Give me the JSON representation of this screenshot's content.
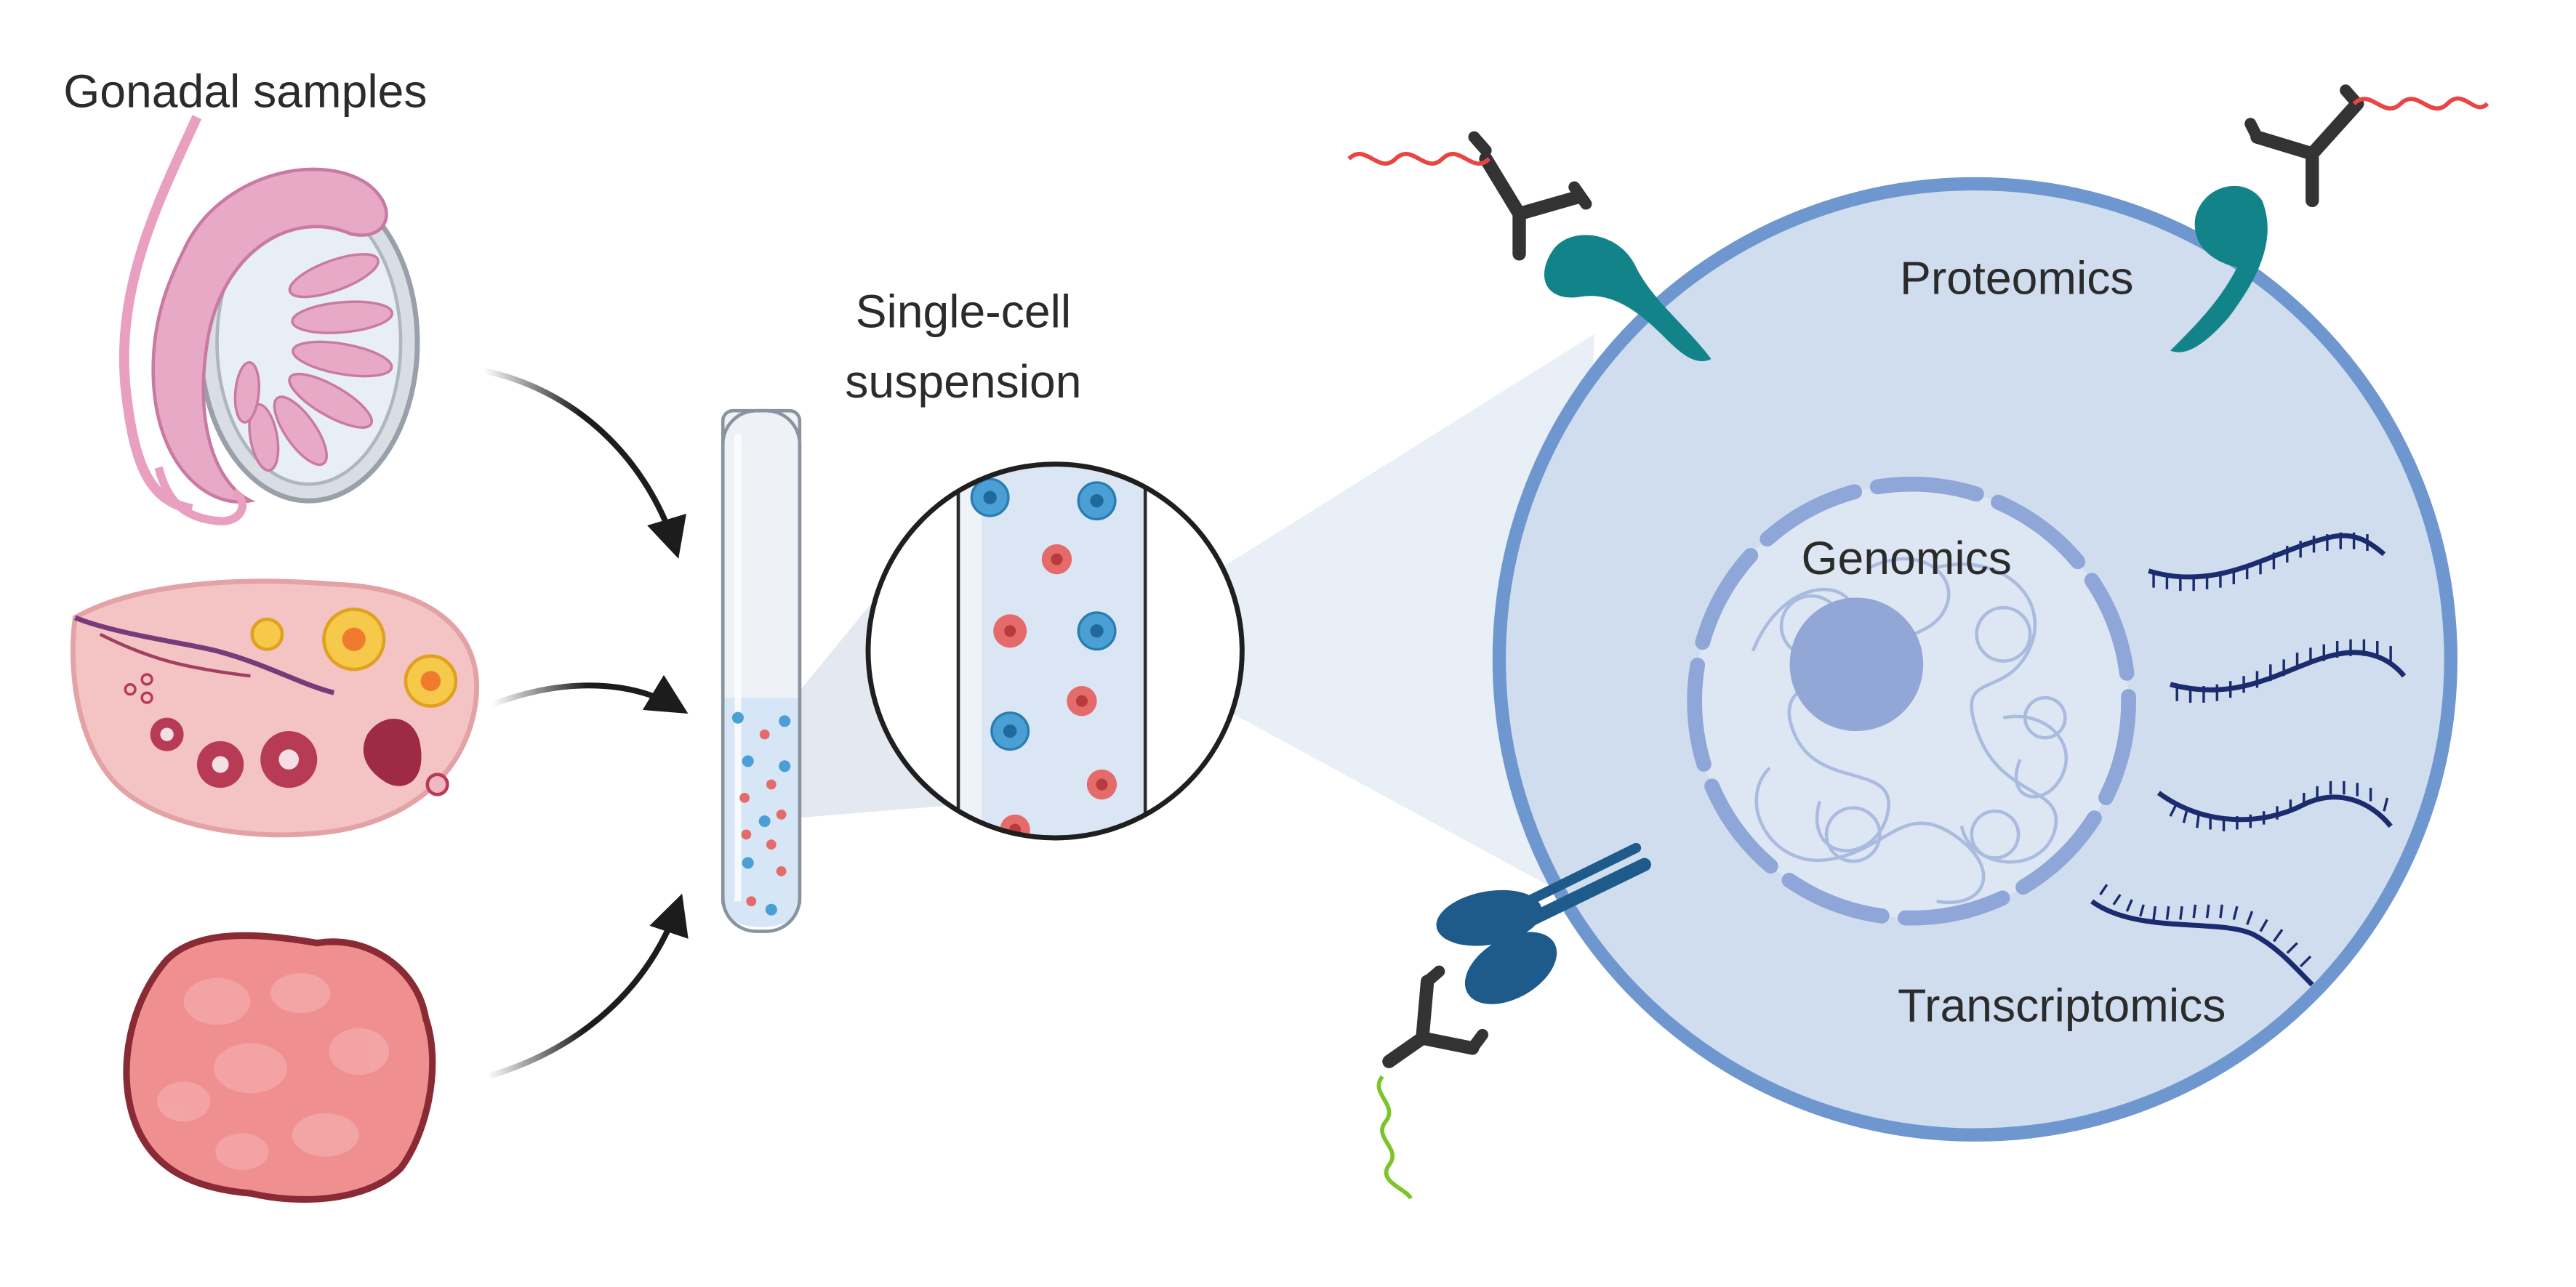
{
  "labels": {
    "gonadal_samples": "Gonadal samples",
    "single_cell_line1": "Single-cell",
    "single_cell_line2": "suspension",
    "proteomics": "Proteomics",
    "genomics": "Genomics",
    "transcriptomics": "Transcriptomics"
  },
  "samples": [
    "testis-icon",
    "ovary-icon",
    "tissue-lump-icon"
  ],
  "colors": {
    "cell_fill": "#cfddef",
    "cell_membrane": "#6f97cf",
    "nucleus_envelope": "#8ea6d8",
    "nucleolus": "#93a7d6",
    "receptor_teal": "#13838a",
    "antibody": "#333333",
    "rna_strand": "#1b2c6e",
    "red_tag": "#e84545",
    "green_tag": "#7dc42a",
    "blue_cell": "#4a9fd4",
    "red_cell": "#e56a6a"
  }
}
